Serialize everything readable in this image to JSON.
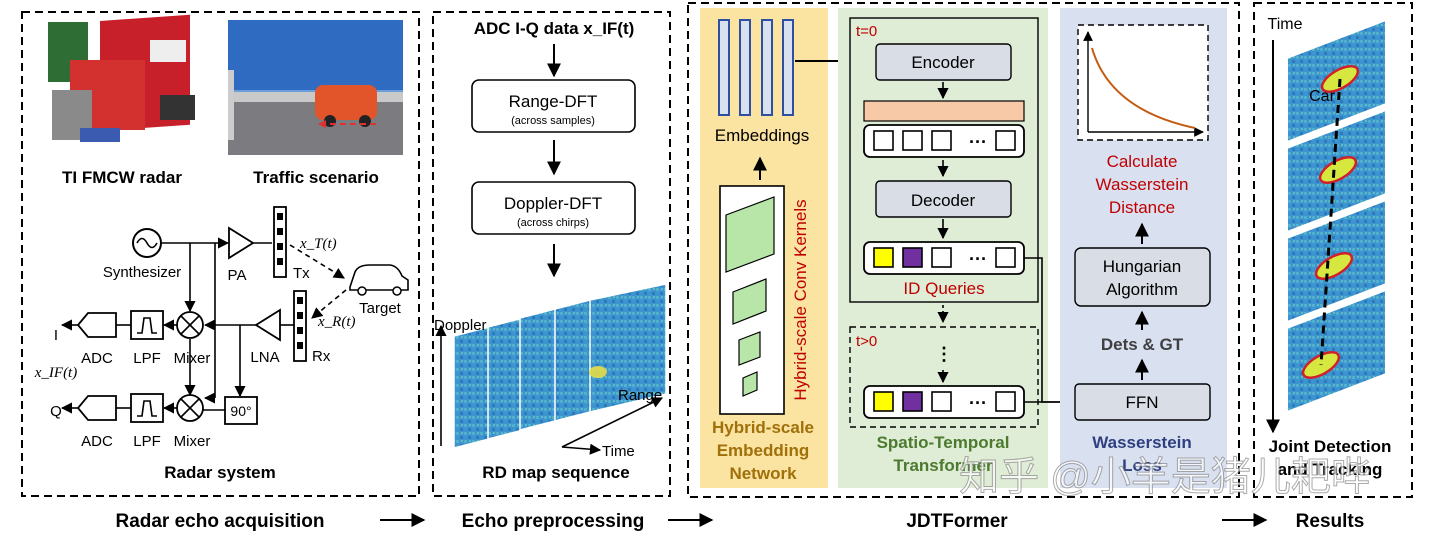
{
  "panel_a": {
    "radar_caption": "TI FMCW radar",
    "traffic_caption": "Traffic scenario",
    "synthesizer": "Synthesizer",
    "pa": "PA",
    "tx": "Tx",
    "xt": "x_T(t)",
    "target": "Target",
    "xr": "x_R(t)",
    "rx": "Rx",
    "lna": "LNA",
    "i_label": "I",
    "q_label": "Q",
    "xif": "x_IF(t)",
    "adc": "ADC",
    "lpf": "LPF",
    "mixer": "Mixer",
    "phase": "90°",
    "caption": "Radar system"
  },
  "panel_b": {
    "title": "ADC I-Q data x_IF(t)",
    "range_dft": "Range-DFT",
    "range_dft_sub": "(across samples)",
    "doppler_dft": "Doppler-DFT",
    "doppler_dft_sub": "(across chirps)",
    "axis_doppler": "Doppler",
    "axis_range": "Range",
    "axis_time": "Time",
    "caption": "RD map sequence"
  },
  "panel_c": {
    "embeddings": "Embeddings",
    "kernels": "Hybrid-scale Conv Kernels",
    "hybrid_caption": [
      "Hybrid-scale",
      "Embedding",
      "Network"
    ],
    "t0": "t=0",
    "encoder": "Encoder",
    "decoder": "Decoder",
    "dots": "···",
    "id_queries": "ID Queries",
    "tgt0": "t>0",
    "st_caption": [
      "Spatio-Temporal",
      "Transformer"
    ],
    "wasser_calc": [
      "Calculate",
      "Wasserstein",
      "Distance"
    ],
    "hungarian": [
      "Hungarian",
      "Algorithm"
    ],
    "dets_gt": "Dets & GT",
    "ffn": "FFN",
    "wasser_caption": [
      "Wasserstein",
      "Loss"
    ]
  },
  "panel_d": {
    "time": "Time",
    "car": "Car",
    "caption": [
      "Joint Detection",
      "and Tracking"
    ]
  },
  "bottom": {
    "acq": "Radar echo acquisition",
    "pre": "Echo preprocessing",
    "jdt": "JDTFormer",
    "res": "Results"
  },
  "watermark": "知乎 @小羊是猪儿耙哔",
  "colors": {
    "hybrid_bg": "#fbe3a2",
    "st_bg": "#dfecd6",
    "wasser_bg": "#d9e1f1",
    "box_fill": "#d9dde6",
    "red_text": "#c00000",
    "orange_bar": "#f7c9a7",
    "yellow_sq": "#ffff00",
    "purple_sq": "#7030a0"
  }
}
